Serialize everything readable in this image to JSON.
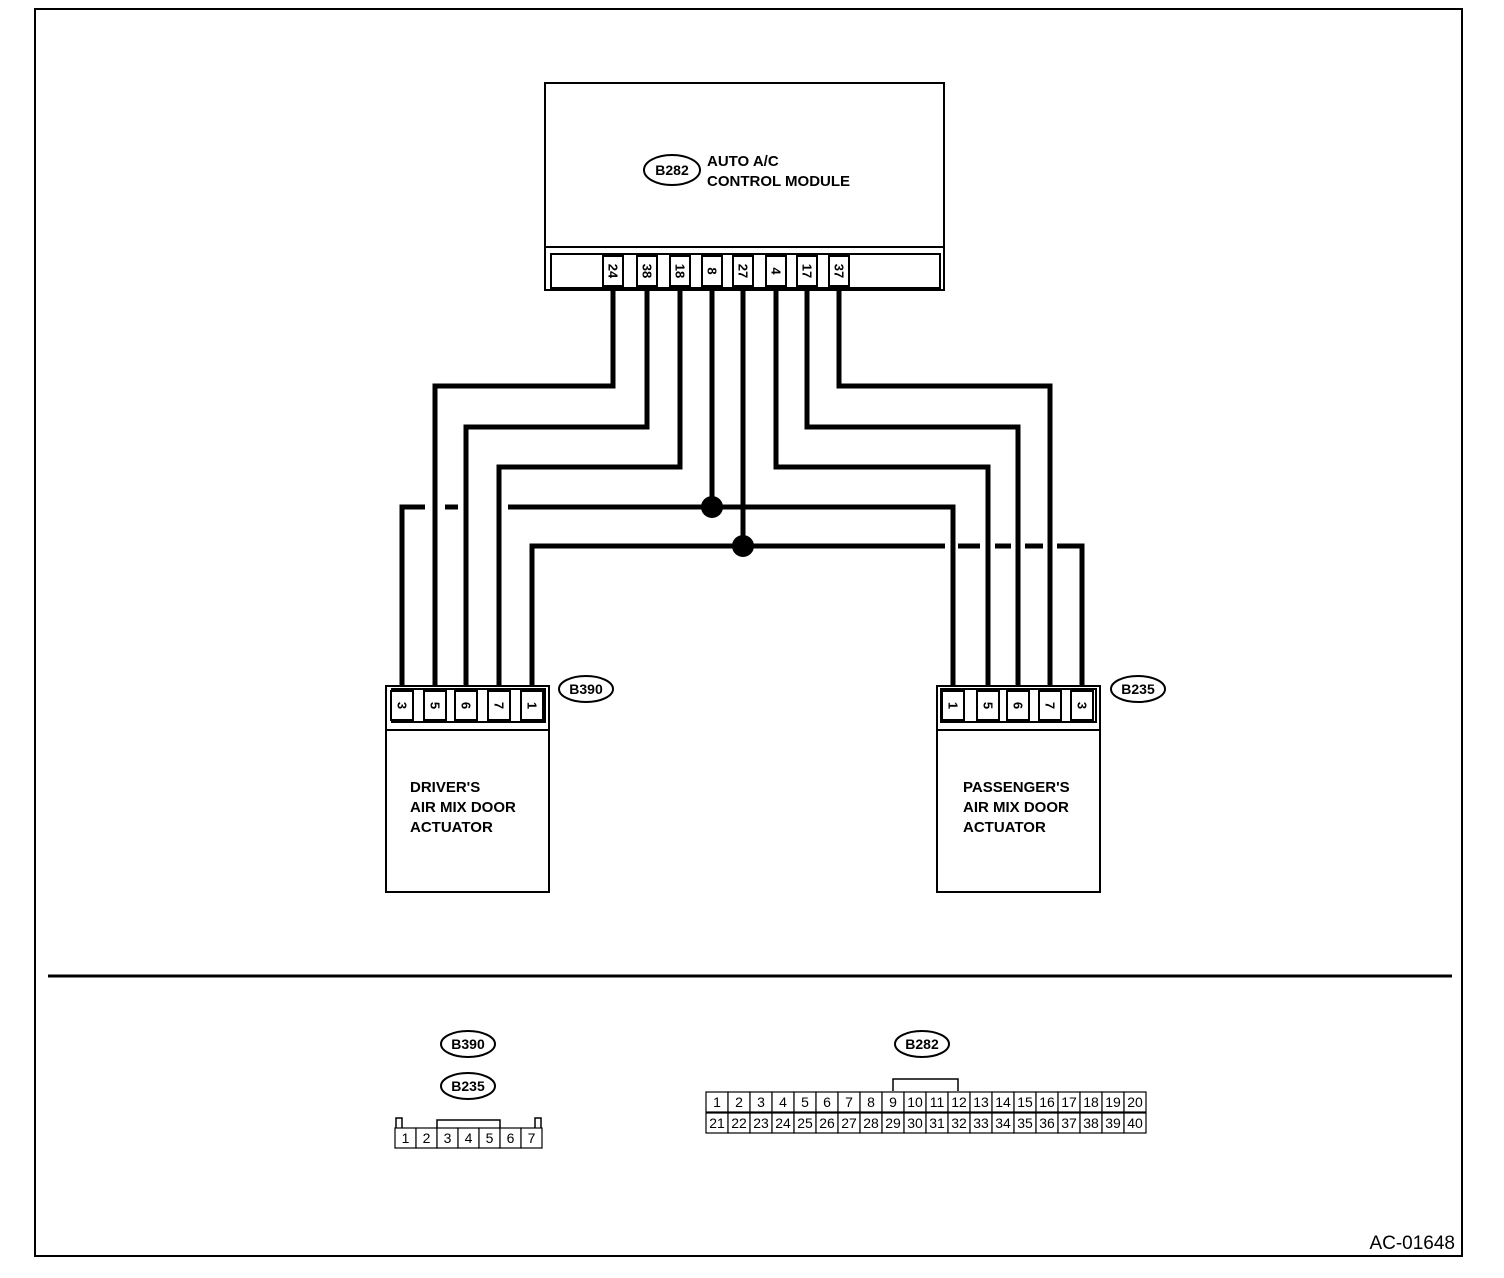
{
  "module": {
    "connector": "B282",
    "name_line1": "AUTO A/C",
    "name_line2": "CONTROL MODULE",
    "pins": [
      "24",
      "38",
      "18",
      "8",
      "27",
      "4",
      "17",
      "37"
    ]
  },
  "driver_actuator": {
    "connector": "B390",
    "name_line1": "DRIVER'S",
    "name_line2": "AIR MIX DOOR",
    "name_line3": "ACTUATOR",
    "pins": [
      "3",
      "5",
      "6",
      "7",
      "1"
    ]
  },
  "passenger_actuator": {
    "connector": "B235",
    "name_line1": "PASSENGER'S",
    "name_line2": "AIR MIX DOOR",
    "name_line3": "ACTUATOR",
    "pins": [
      "1",
      "5",
      "6",
      "7",
      "3"
    ]
  },
  "connector_views": {
    "small": {
      "codes": [
        "B390",
        "B235"
      ],
      "cells": [
        "1",
        "2",
        "3",
        "4",
        "5",
        "6",
        "7"
      ]
    },
    "large": {
      "code": "B282",
      "row1": [
        "1",
        "2",
        "3",
        "4",
        "5",
        "6",
        "7",
        "8",
        "9",
        "10",
        "11",
        "12",
        "13",
        "14",
        "15",
        "16",
        "17",
        "18",
        "19",
        "20"
      ],
      "row2": [
        "21",
        "22",
        "23",
        "24",
        "25",
        "26",
        "27",
        "28",
        "29",
        "30",
        "31",
        "32",
        "33",
        "34",
        "35",
        "36",
        "37",
        "38",
        "39",
        "40"
      ]
    }
  },
  "figure_id": "AC-01648"
}
